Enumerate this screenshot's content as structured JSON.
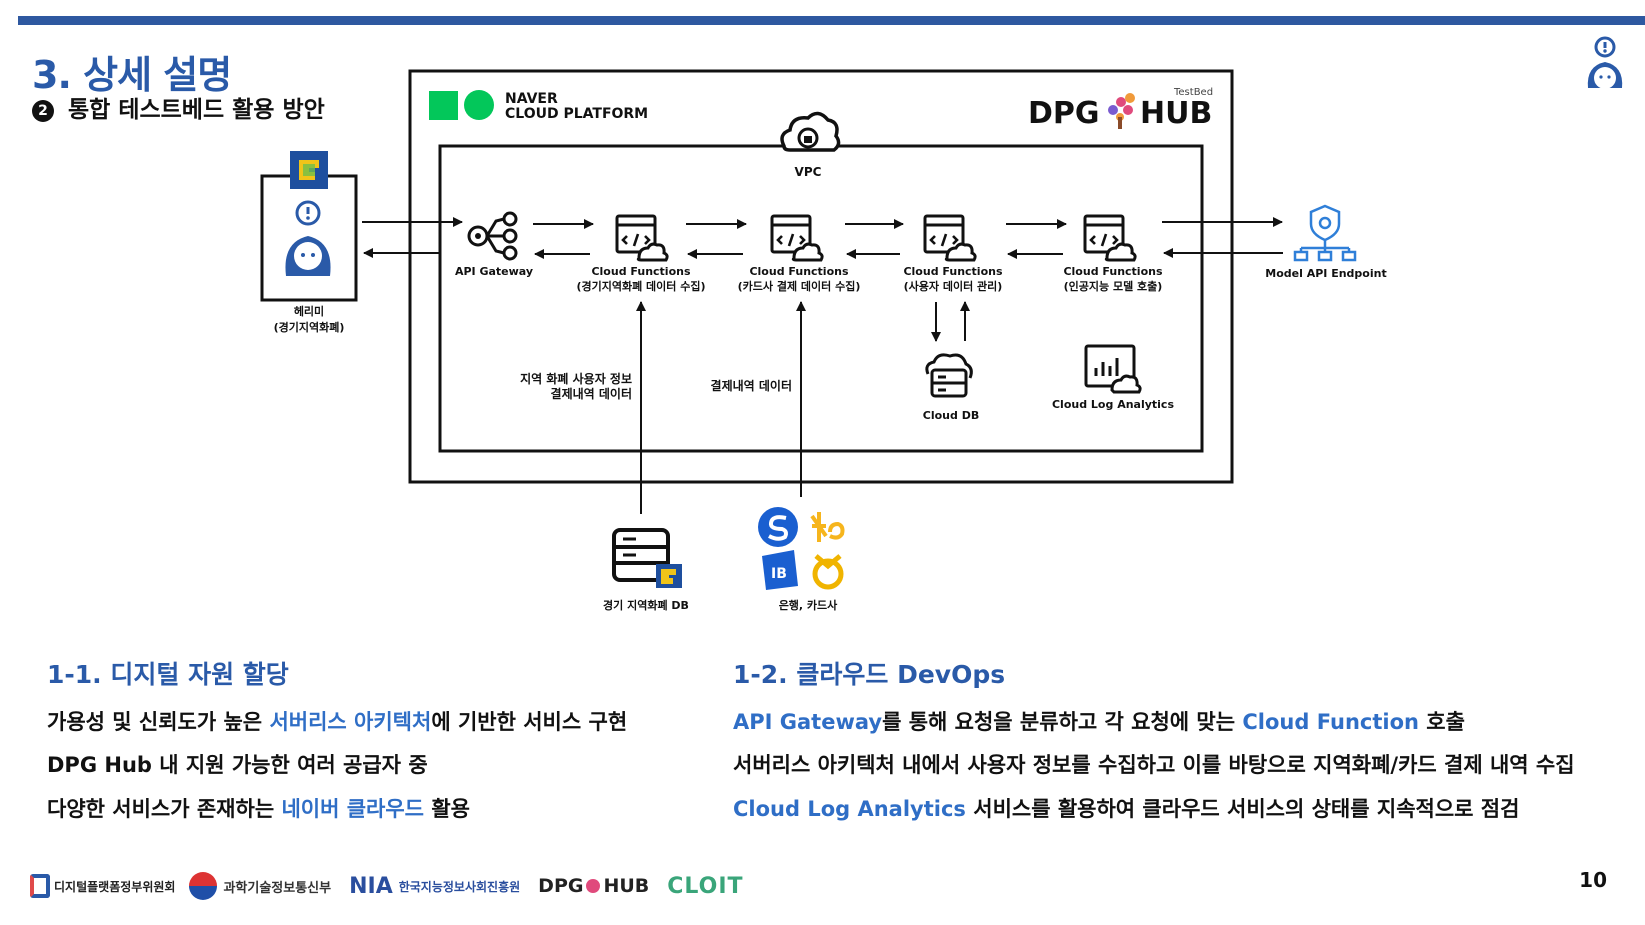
{
  "header": {
    "title": "3. 상세 설명",
    "subtitle_num": "2",
    "subtitle": "통합 테스트베드 활용 방안"
  },
  "diagram": {
    "naver_logo_line1": "NAVER",
    "naver_logo_line2": "CLOUD PLATFORM",
    "dpg_logo_small": "TestBed",
    "dpg_logo_left": "DPG",
    "dpg_logo_right": "HUB",
    "vpc": "VPC",
    "user_name": "헤리미",
    "user_sub": "(경기지역화폐)",
    "api_gateway": "API Gateway",
    "cf1_title": "Cloud Functions",
    "cf1_sub": "(경기지역화폐 데이터 수집)",
    "cf2_title": "Cloud Functions",
    "cf2_sub": "(카드사 결제 데이터 수집)",
    "cf3_title": "Cloud Functions",
    "cf3_sub": "(사용자 데이터 관리)",
    "cf4_title": "Cloud Functions",
    "cf4_sub": "(인공지능 모델 호출)",
    "model_endpoint": "Model API Endpoint",
    "cloud_db": "Cloud DB",
    "cloud_log": "Cloud Log Analytics",
    "label_region_line1": "지역 화폐 사용자 정보",
    "label_region_line2": "결제내역 데이터",
    "label_payment": "결제내역 데이터",
    "db_gyeonggi": "경기 지역화폐 DB",
    "bank_card": "은행, 카드사"
  },
  "section_left": {
    "title": "1-1. 디지털 자원 할당",
    "line1_a": "가용성 및 신뢰도가 높은 ",
    "line1_hl": "서버리스 아키텍처",
    "line1_b": "에 기반한 서비스 구현",
    "line2": "DPG Hub 내 지원 가능한 여러 공급자 중",
    "line3_a": "다양한 서비스가 존재하는 ",
    "line3_hl": "네이버 클라우드",
    "line3_b": " 활용"
  },
  "section_right": {
    "title": "1-2. 클라우드 DevOps",
    "line1_hl1": "API Gateway",
    "line1_a": "를 통해 요청을 분류하고 각 요청에 맞는 ",
    "line1_hl2": "Cloud Function",
    "line1_b": " 호출",
    "line2": "서버리스 아키텍처 내에서 사용자 정보를 수집하고 이를 바탕으로 지역화폐/카드 결제 내역 수집",
    "line3_hl": "Cloud Log Analytics",
    "line3_b": " 서비스를 활용하여 클라우드 서비스의 상태를 지속적으로 점검"
  },
  "footer": {
    "logo1": "디지털플랫폼정부위원회",
    "logo2": "과학기술정보통신부",
    "logo3_main": "NIA",
    "logo3_sub": "한국지능정보사회진흥원",
    "logo4_left": "DPG",
    "logo4_right": "HUB",
    "logo5": "CLOIT",
    "page_number": "10"
  },
  "colors": {
    "accent": "#2a5aa8",
    "highlight": "#2f6ec6",
    "topbar": "#2e58a0",
    "naver_green": "#03c75a"
  }
}
